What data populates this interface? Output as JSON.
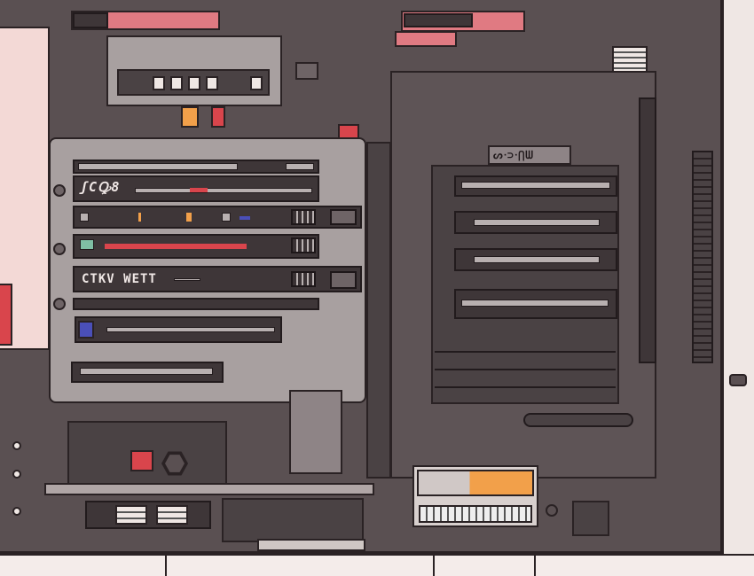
{
  "panel_labels": {
    "module_1": "ʃCꝘ8",
    "module_4": "CTKV WETT"
  },
  "right_unit": {
    "top_label": "ᔕᐧ⊃ᐧ⋂ᗯ"
  },
  "colors": {
    "board": "#5a5052",
    "outline": "#2a2224",
    "panel_face": "#a8a0a0",
    "accent_red": "#d9454c",
    "accent_pink": "#e07a82",
    "accent_orange": "#f2a04a",
    "accent_blue": "#4a4fb8",
    "background": "#f4ecea"
  }
}
